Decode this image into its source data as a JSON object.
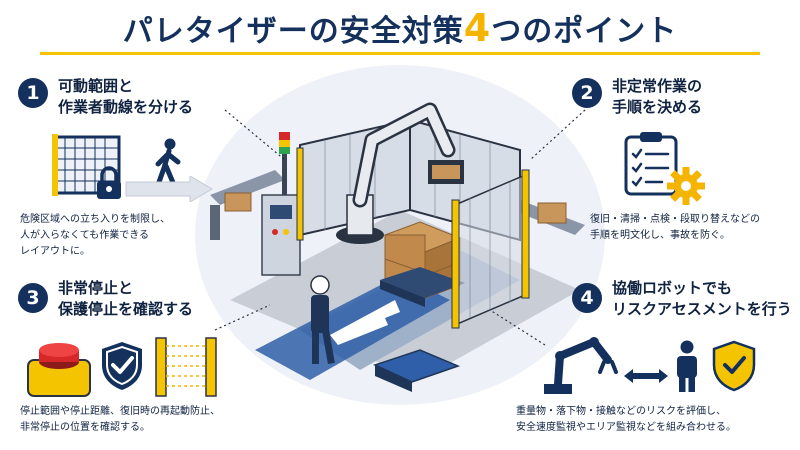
{
  "title": {
    "main": "パレタイザーの安全対策",
    "number": "4",
    "suffix": "つのポイント"
  },
  "points": [
    {
      "num": "1",
      "heading_lines": [
        "可動範囲と",
        "作業者動線を分ける"
      ],
      "desc_lines": [
        "危険区域への立ち入りを制限し、",
        "人が入らなくても作業できる",
        "レイアウトに。"
      ]
    },
    {
      "num": "2",
      "heading_lines": [
        "非定常作業の",
        "手順を決める"
      ],
      "desc_lines": [
        "復旧・清掃・点検・段取り替えなどの",
        "手順を明文化し、事故を防ぐ。"
      ]
    },
    {
      "num": "3",
      "heading_lines": [
        "非常停止と",
        "保護停止を確認する"
      ],
      "desc_lines": [
        "停止範囲や停止距離、復旧時の再起動防止、",
        "非常停止の位置を確認する。"
      ]
    },
    {
      "num": "4",
      "heading_lines": [
        "協働ロボットでも",
        "リスクアセスメントを行う"
      ],
      "desc_lines": [
        "重量物・落下物・接触などのリスクを評価し、",
        "安全速度監視やエリア監視などを組み合わせる。"
      ]
    }
  ],
  "icons": {
    "p1": [
      "fence-icon",
      "padlock-icon",
      "walking-person-icon",
      "arrow-right-icon"
    ],
    "p2": [
      "checklist-clipboard-icon",
      "gear-icon"
    ],
    "p3": [
      "emergency-stop-button-icon",
      "shield-check-icon",
      "light-curtain-icon"
    ],
    "p4": [
      "robot-arm-icon",
      "double-arrow-icon",
      "person-icon",
      "shield-check-icon"
    ]
  },
  "colors": {
    "navy": "#14305c",
    "yellow": "#f5c400",
    "accent_yellow": "#f5b400",
    "blue": "#2f5fa8",
    "red": "#d62828"
  }
}
